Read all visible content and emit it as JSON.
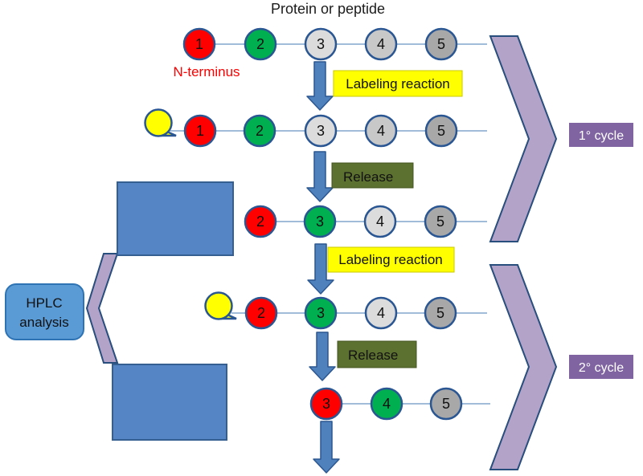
{
  "title": "Protein or peptide",
  "n_terminus_label": "N-terminus",
  "steps": {
    "labeling_label": "Labeling reaction",
    "release_label": "Release"
  },
  "cycles": {
    "first_label": "1° cycle",
    "second_label": "2° cycle"
  },
  "hplc": {
    "line1": "HPLC",
    "line2": "analysis"
  },
  "colors": {
    "residue_red": "#ff0000",
    "residue_green": "#00b050",
    "residue_gray_light": "#dcdcdc",
    "residue_gray_mid": "#c8c8c8",
    "residue_gray_dark": "#a8a8a8",
    "n_terminus_red": "#ff0000",
    "label_yellow": "#ffff00",
    "release_olive": "#5c7030",
    "arrow_blue": "#4f81bd",
    "chevron_lavender": "#b3a3c9",
    "cycle_badge_purple": "#8064a2",
    "panel_blue": "#5585c5",
    "hplc_blue": "#5b9bd5"
  },
  "rows": [
    {
      "circles": [
        {
          "num": "1",
          "color": "#ff0000"
        },
        {
          "num": "2",
          "color": "#00b050"
        },
        {
          "num": "3",
          "color": "#dcdcdc"
        },
        {
          "num": "4",
          "color": "#c8c8c8"
        },
        {
          "num": "5",
          "color": "#a8a8a8"
        }
      ]
    },
    {
      "label_attached": true,
      "circles": [
        {
          "num": "1",
          "color": "#ff0000"
        },
        {
          "num": "2",
          "color": "#00b050"
        },
        {
          "num": "3",
          "color": "#dcdcdc"
        },
        {
          "num": "4",
          "color": "#c8c8c8"
        },
        {
          "num": "5",
          "color": "#a8a8a8"
        }
      ]
    },
    {
      "circles": [
        {
          "num": "2",
          "color": "#ff0000"
        },
        {
          "num": "3",
          "color": "#00b050"
        },
        {
          "num": "4",
          "color": "#dcdcdc"
        },
        {
          "num": "5",
          "color": "#a8a8a8"
        }
      ]
    },
    {
      "label_attached": true,
      "circles": [
        {
          "num": "2",
          "color": "#ff0000"
        },
        {
          "num": "3",
          "color": "#00b050"
        },
        {
          "num": "4",
          "color": "#dcdcdc"
        },
        {
          "num": "5",
          "color": "#a8a8a8"
        }
      ]
    },
    {
      "circles": [
        {
          "num": "3",
          "color": "#ff0000"
        },
        {
          "num": "4",
          "color": "#00b050"
        },
        {
          "num": "5",
          "color": "#a8a8a8"
        }
      ]
    }
  ]
}
